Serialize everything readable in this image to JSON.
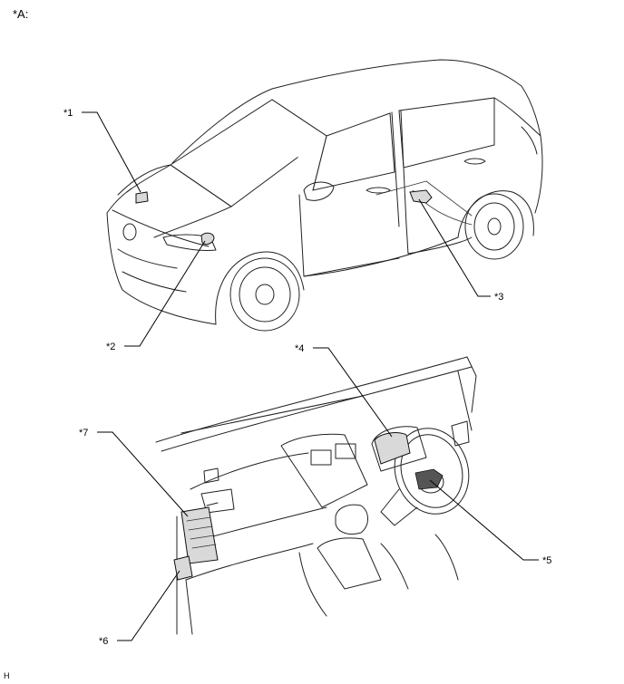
{
  "diagram": {
    "view_label": "*A:",
    "corner_code": "H",
    "callouts": [
      {
        "id": "1",
        "text": "*1"
      },
      {
        "id": "2",
        "text": "*2"
      },
      {
        "id": "3",
        "text": "*3"
      },
      {
        "id": "4",
        "text": "*4"
      },
      {
        "id": "5",
        "text": "*5"
      },
      {
        "id": "6",
        "text": "*6"
      },
      {
        "id": "7",
        "text": "*7"
      }
    ]
  }
}
